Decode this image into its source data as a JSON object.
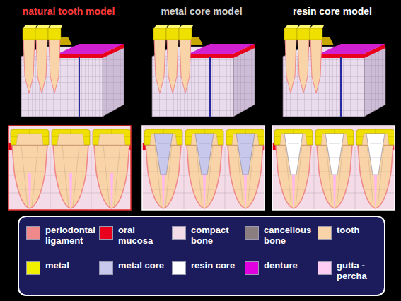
{
  "diagram": {
    "labels": [
      "natural tooth model",
      "metal core model",
      "resin core model"
    ],
    "legend": [
      {
        "text": "periodontal ligament",
        "color": "#f08a8a"
      },
      {
        "text": "oral mucosa",
        "color": "#e8001c"
      },
      {
        "text": "compact bone",
        "color": "#f3dce8"
      },
      {
        "text": "cancellous bone",
        "color": "#8a7e80"
      },
      {
        "text": "tooth",
        "color": "#f8d4a8"
      },
      {
        "text": "metal",
        "color": "#f0f000"
      },
      {
        "text": "metal core",
        "color": "#c8c8ec"
      },
      {
        "text": "resin core",
        "color": "#ffffff"
      },
      {
        "text": "denture",
        "color": "#e000e0"
      },
      {
        "text": "gutta - percha",
        "color": "#ffccf4"
      }
    ]
  }
}
